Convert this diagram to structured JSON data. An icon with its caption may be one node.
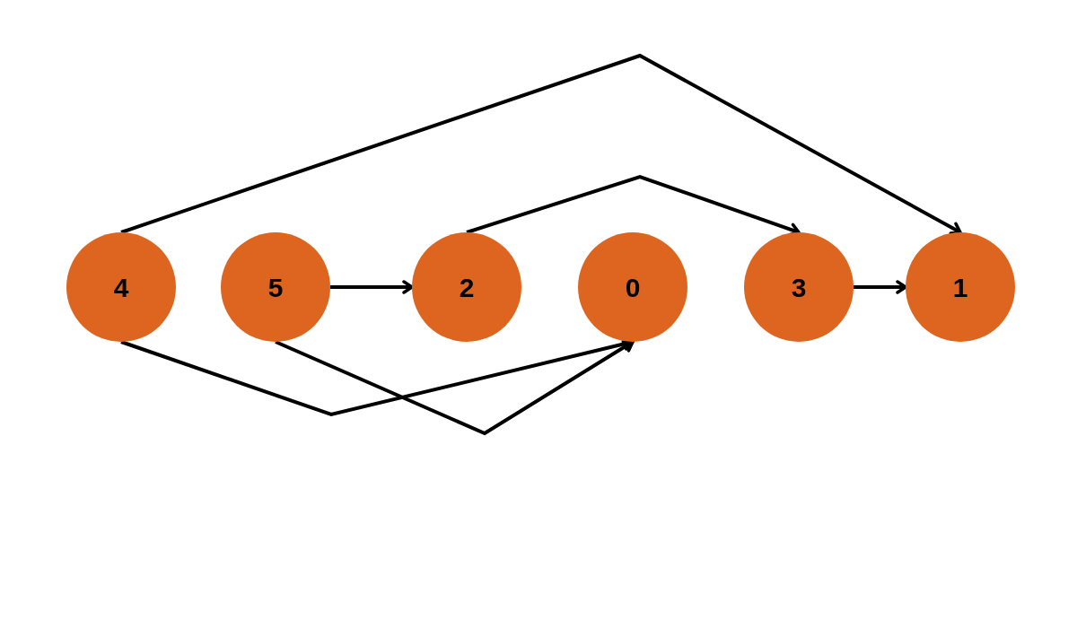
{
  "diagram": {
    "nodes": [
      {
        "text": [
          "4"
        ]
      },
      {
        "text": [
          "5"
        ]
      },
      {
        "text": [
          "2"
        ]
      },
      {
        "text": [
          "0"
        ]
      },
      {
        "text": [
          "3"
        ]
      },
      {
        "text": [
          "1"
        ]
      }
    ],
    "edges": [
      {
        "from": 0,
        "to": 5,
        "arrow": "to"
      },
      {
        "from": 1,
        "to": 2,
        "arrow": "to"
      },
      {
        "from": 2,
        "to": 4,
        "arrow": "to"
      },
      {
        "from": 4,
        "to": 5,
        "arrow": "to"
      },
      {
        "from": 0,
        "to": 3,
        "arrow": "to"
      },
      {
        "from": 1,
        "to": 3,
        "arrow": "to"
      }
    ]
  }
}
